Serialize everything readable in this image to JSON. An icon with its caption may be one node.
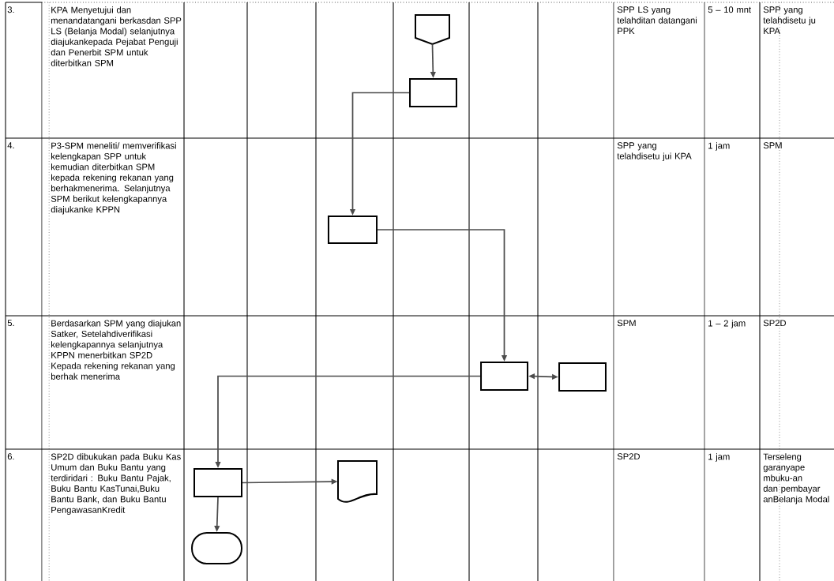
{
  "diagram": {
    "nodes": [
      {
        "text": [],
        "shape": "pentagon"
      },
      {
        "text": [],
        "shape": "box"
      },
      {
        "text": [],
        "shape": "box"
      },
      {
        "text": [],
        "shape": "box"
      },
      {
        "text": [],
        "shape": "box"
      },
      {
        "text": [],
        "shape": "box"
      },
      {
        "text": [],
        "shape": "document"
      },
      {
        "text": [],
        "shape": "terminator"
      }
    ],
    "edges": [
      {
        "from": 0,
        "to": 1,
        "arrow": "to"
      },
      {
        "from": 1,
        "to": 2,
        "arrow": "to"
      },
      {
        "from": 2,
        "to": 3,
        "arrow": "to"
      },
      {
        "from": 3,
        "to": 4,
        "arrow": "both"
      },
      {
        "from": 3,
        "to": 5,
        "arrow": "to"
      },
      {
        "from": 5,
        "to": 6,
        "arrow": "to"
      },
      {
        "from": 5,
        "to": 7,
        "arrow": "to"
      }
    ],
    "labels": [
      "3.",
      "KPA Menyetujui dan menandatangani berkasdan SPP LS (Belanja Modal) selanjutnya diajukankepada Pejabat Penguji dan Penerbit SPM untuk diterbitkan SPM",
      "SPP LS yang telahditan datangani PPK",
      "5 – 10 mnt",
      "SPP yang telahdisetu ju KPA",
      "4.",
      "P3-SPM meneliti/ memverifikasi kelengkapan SPP untuk kemudian diterbitkan SPM kepada rekening rekanan yang berhakmenerima. Selanjutnya SPM berikut kelengkapannya diajukanke KPPN",
      "SPP yang telahdisetu jui KPA",
      "1 jam",
      "SPM",
      "5.",
      "Berdasarkan SPM yang diajukan Satker, Setelahdiverifikasi kelengkapannya selanjutnya KPPN menerbitkan SP2D Kepada rekening rekanan yang berhak menerima",
      "SPM",
      "1 – 2 jam",
      "SP2D",
      "6.",
      "SP2D dibukukan pada Buku Kas Umum dan Buku Bantu yang terdiridari : Buku Bantu Pajak, Buku Bantu KasTunai,Buku Bantu Bank, dan Buku Bantu PengawasanKredit",
      "SP2D",
      "1 jam",
      "Terseleng garanyape mbuku-an dan pembayar anBelanja Modal"
    ]
  }
}
